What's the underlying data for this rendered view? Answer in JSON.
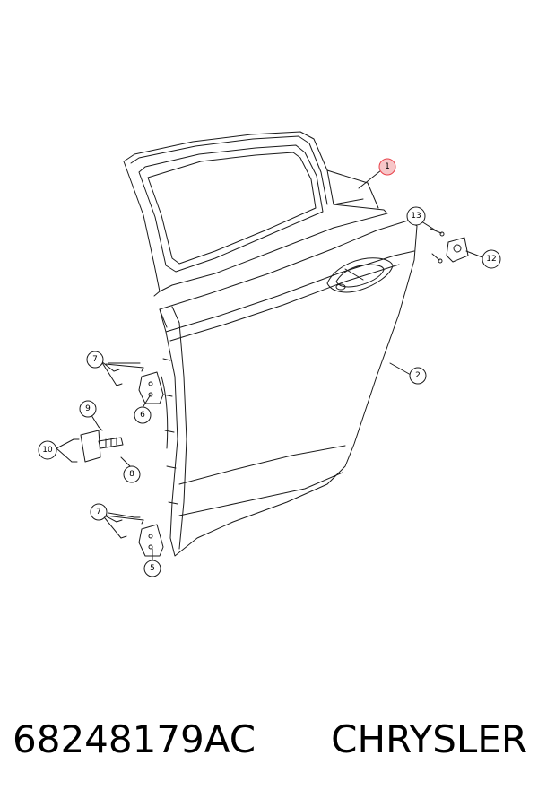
{
  "footer": {
    "part_number": "68248179AC",
    "brand": "CHRYSLER"
  },
  "callouts": {
    "c1": "1",
    "c2": "2",
    "c5": "5",
    "c6": "6",
    "c7a": "7",
    "c7b": "7",
    "c8": "8",
    "c9": "9",
    "c10": "10",
    "c12": "12",
    "c13": "13"
  },
  "colors": {
    "highlight": "#e8434b",
    "highlight_fill": "#f7c6c8",
    "line": "#1a1a1a"
  }
}
